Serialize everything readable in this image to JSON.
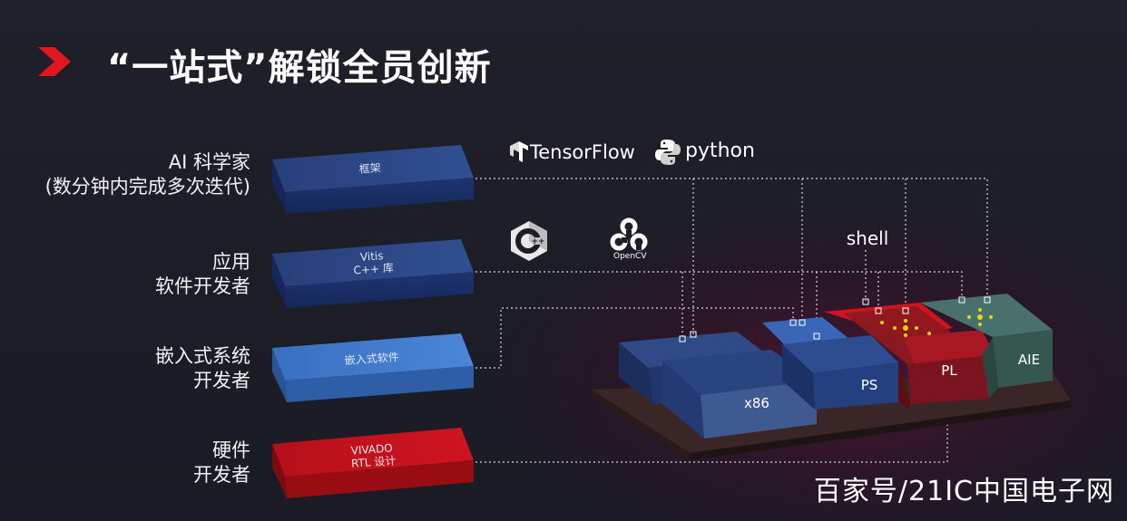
{
  "title": "“一站式”解锁全员创新",
  "roles": [
    {
      "line1": "AI 科学家",
      "line2": "(数分钟内完成多次迭代)"
    },
    {
      "line1": "应用",
      "line2": "软件开发者"
    },
    {
      "line1": "嵌入式系统",
      "line2": "开发者"
    },
    {
      "line1": "硬件",
      "line2": "开发者"
    }
  ],
  "blocks": [
    {
      "line1": "框架",
      "line2": ""
    },
    {
      "line1": "Vitis",
      "line2": "C++ 库"
    },
    {
      "line1": "嵌入式软件",
      "line2": ""
    },
    {
      "line1": "VIVADO",
      "line2": "RTL 设计"
    }
  ],
  "logos": {
    "tensorflow": "TensorFlow",
    "python": "python",
    "opencv": "OpenCV",
    "cpp": "C++"
  },
  "chip": {
    "shell_label": "shell",
    "x86": "x86",
    "ps": "PS",
    "pl": "PL",
    "aie": "AIE"
  },
  "colors": {
    "block_blue_top": "#2d4c8e",
    "block_blue_face": "#1d3571",
    "block_bright_blue": "#3f78cc",
    "block_red": "#c0101a",
    "aie_green": "#3b5a55",
    "accent_red": "#e1161f"
  },
  "watermark": "百家号/21IC中国电子网"
}
